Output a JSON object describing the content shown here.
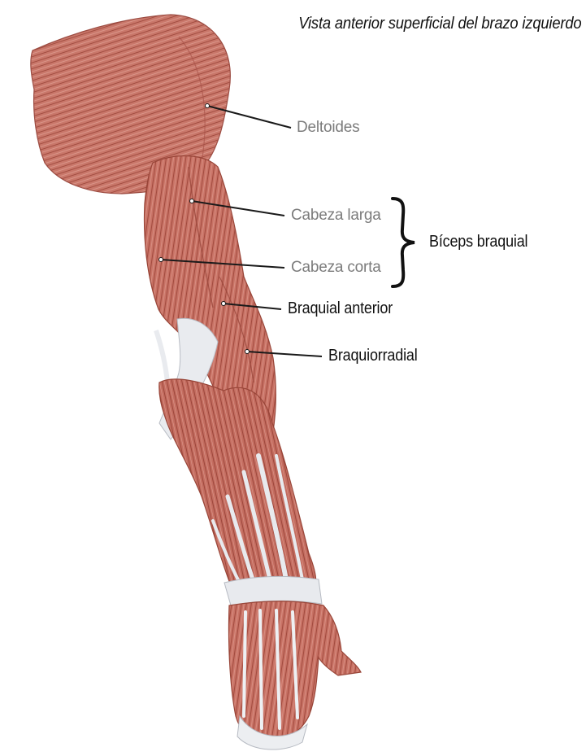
{
  "title": "Vista anterior superficial del brazo izquierdo",
  "labels": {
    "deltoides": "Deltoides",
    "cabeza_larga": "Cabeza larga",
    "cabeza_corta": "Cabeza corta",
    "biceps": "Bíceps braquial",
    "braquial_anterior": "Braquial anterior",
    "braquiorradial": "Braquiorradial"
  },
  "colors": {
    "muscle": "#c56d60",
    "muscle_dark": "#a04a3e",
    "muscle_light": "#e3a297",
    "tendon": "#e8eaee",
    "label_grey": "#7c7c7c",
    "label_dark": "#111111"
  }
}
